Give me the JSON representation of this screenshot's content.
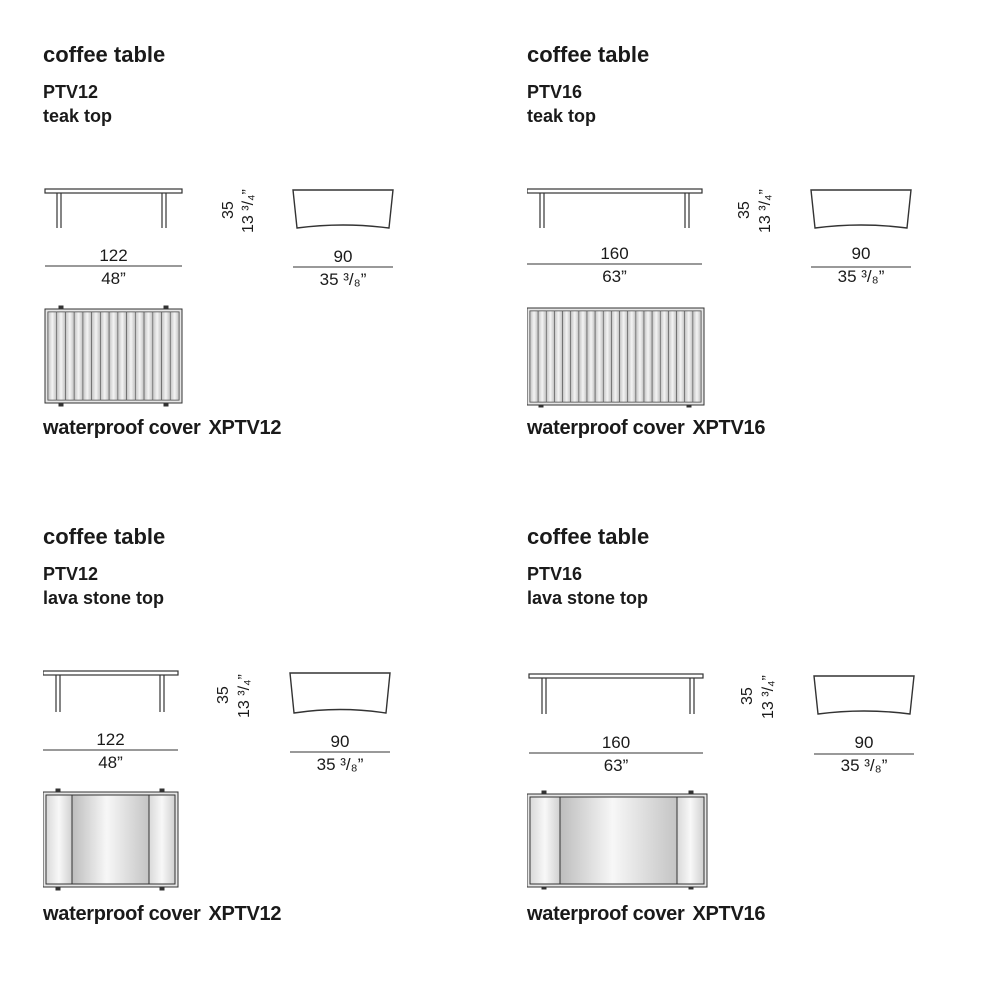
{
  "panels": [
    {
      "title": "coffee table",
      "code": "PTV12",
      "top": "teak top",
      "width_cm": "122",
      "width_in": "48”",
      "depth_cm": "90",
      "depth_in": "35 ³/₈”",
      "height_cm": "35",
      "height_in": "13 ³/₄”",
      "cover_label": "waterproof cover",
      "cover_code": "XPTV12"
    },
    {
      "title": "coffee table",
      "code": "PTV16",
      "top": "teak top",
      "width_cm": "160",
      "width_in": "63”",
      "depth_cm": "90",
      "depth_in": "35 ³/₈”",
      "height_cm": "35",
      "height_in": "13 ³/₄”",
      "cover_label": "waterproof cover",
      "cover_code": "XPTV16"
    },
    {
      "title": "coffee table",
      "code": "PTV12",
      "top": "lava stone top",
      "width_cm": "122",
      "width_in": "48”",
      "depth_cm": "90",
      "depth_in": "35 ³/₈”",
      "height_cm": "35",
      "height_in": "13 ³/₄”",
      "cover_label": "waterproof cover",
      "cover_code": "XPTV12"
    },
    {
      "title": "coffee table",
      "code": "PTV16",
      "top": "lava stone top",
      "width_cm": "160",
      "width_in": "63”",
      "depth_cm": "90",
      "depth_in": "35 ³/₈”",
      "height_cm": "35",
      "height_in": "13 ³/₄”",
      "cover_label": "waterproof cover",
      "cover_code": "XPTV16"
    }
  ],
  "colors": {
    "ink": "#1a1a1a",
    "line": "#333333",
    "slat_light": "#f2f2f2",
    "slat_dark": "#bdbdbd",
    "stone_light": "#f7f7f7",
    "stone_dark": "#c4c4c4"
  }
}
